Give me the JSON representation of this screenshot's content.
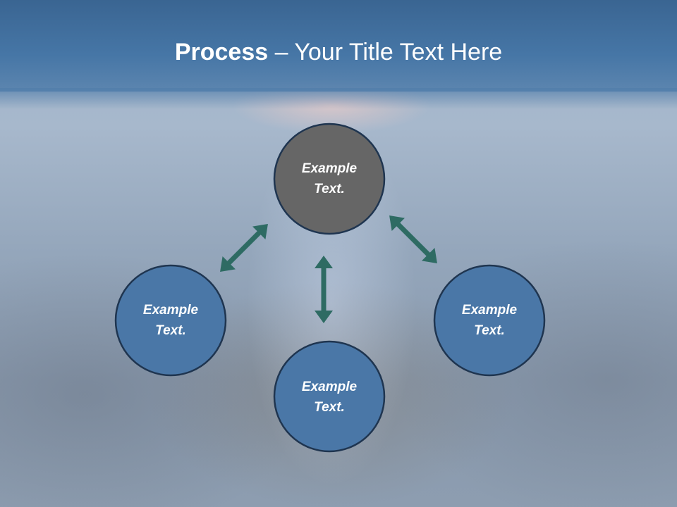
{
  "title": {
    "bold": "Process",
    "separator": " – ",
    "regular": "Your Title Text Here"
  },
  "nodes": [
    {
      "line1": "Example",
      "line2": "Text.",
      "color": "#666666"
    },
    {
      "line1": "Example",
      "line2": "Text.",
      "color": "#4a77a7"
    },
    {
      "line1": "Example",
      "line2": "Text.",
      "color": "#4a77a7"
    },
    {
      "line1": "Example",
      "line2": "Text.",
      "color": "#4a77a7"
    }
  ],
  "colors": {
    "header": "#4676a6",
    "node_border": "#1f3550",
    "arrow": "#2e6b63"
  }
}
